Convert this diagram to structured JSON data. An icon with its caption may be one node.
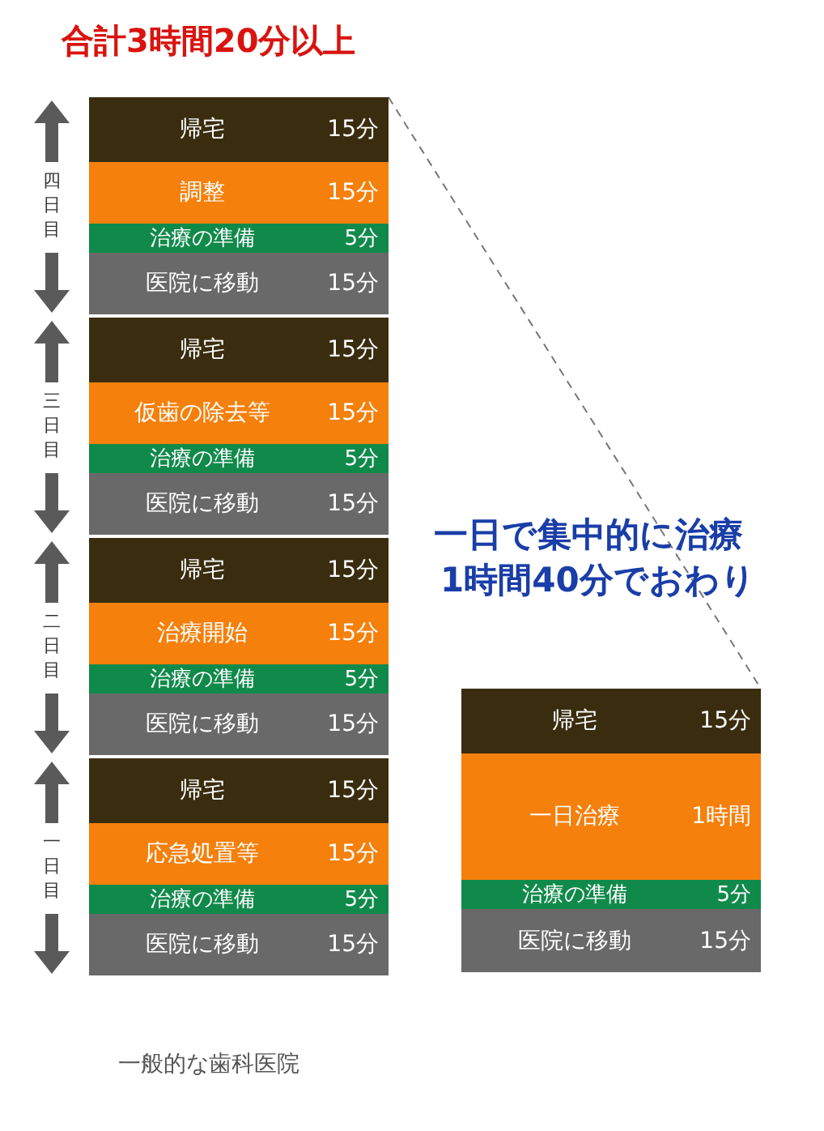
{
  "diagram": {
    "title": "合計3時間20分以上",
    "nodes": [
      {
        "text": [
          "帰宅",
          "15分"
        ]
      },
      {
        "text": [
          "調整",
          "15分"
        ]
      },
      {
        "text": [
          "治療の準備",
          "5分"
        ]
      },
      {
        "text": [
          "医院に移動",
          "15分"
        ]
      },
      {
        "text": [
          "帰宅",
          "15分"
        ]
      },
      {
        "text": [
          "仮歯の除去等",
          "15分"
        ]
      },
      {
        "text": [
          "治療の準備",
          "5分"
        ]
      },
      {
        "text": [
          "医院に移動",
          "15分"
        ]
      },
      {
        "text": [
          "帰宅",
          "15分"
        ]
      },
      {
        "text": [
          "治療開始",
          "15分"
        ]
      },
      {
        "text": [
          "治療の準備",
          "5分"
        ]
      },
      {
        "text": [
          "医院に移動",
          "15分"
        ]
      },
      {
        "text": [
          "帰宅",
          "15分"
        ]
      },
      {
        "text": [
          "応急処置等",
          "15分"
        ]
      },
      {
        "text": [
          "治療の準備",
          "5分"
        ]
      },
      {
        "text": [
          "医院に移動",
          "15分"
        ]
      },
      {
        "text": [
          "帰宅",
          "15分"
        ]
      },
      {
        "text": [
          "一日治療",
          "1時間"
        ]
      },
      {
        "text": [
          "治療の準備",
          "5分"
        ]
      },
      {
        "text": [
          "医院に移動",
          "15分"
        ]
      }
    ],
    "edges": [
      {
        "from": 0,
        "to": 16,
        "arrow": "none",
        "style": "dashed"
      }
    ],
    "labels": [
      "四日目",
      "三日目",
      "二日目",
      "一日目",
      "一日で集中的に治療",
      "1時間40分でおわり",
      "一般的な歯科医院"
    ]
  }
}
